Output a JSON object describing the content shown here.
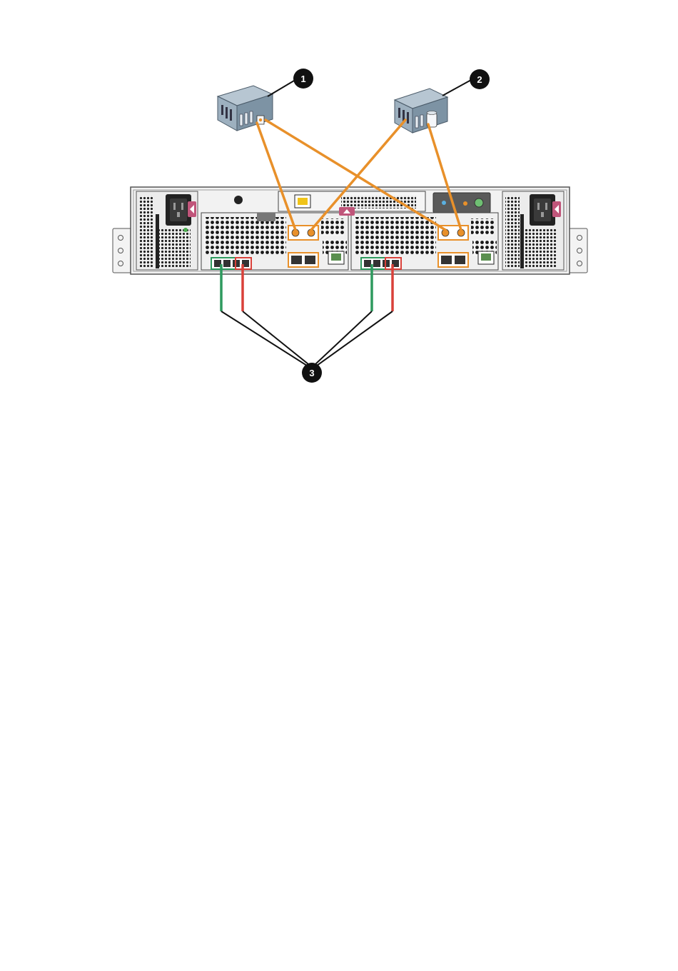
{
  "callouts": [
    {
      "id": "1",
      "label": "1"
    },
    {
      "id": "2",
      "label": "2"
    },
    {
      "id": "3",
      "label": "3"
    }
  ],
  "colors": {
    "host_cable": "#e8902a",
    "link_green": "#2e9a5e",
    "link_red": "#d9413a",
    "callout_bg": "#111111",
    "chassis": "#f2f2f2",
    "chassis_border": "#555555",
    "host_body": "#8fa3b3",
    "accent_pink": "#c0557a"
  },
  "icons": [
    "host-server-1",
    "host-server-2",
    "storage-enclosure",
    "power-supply",
    "controller-module"
  ]
}
